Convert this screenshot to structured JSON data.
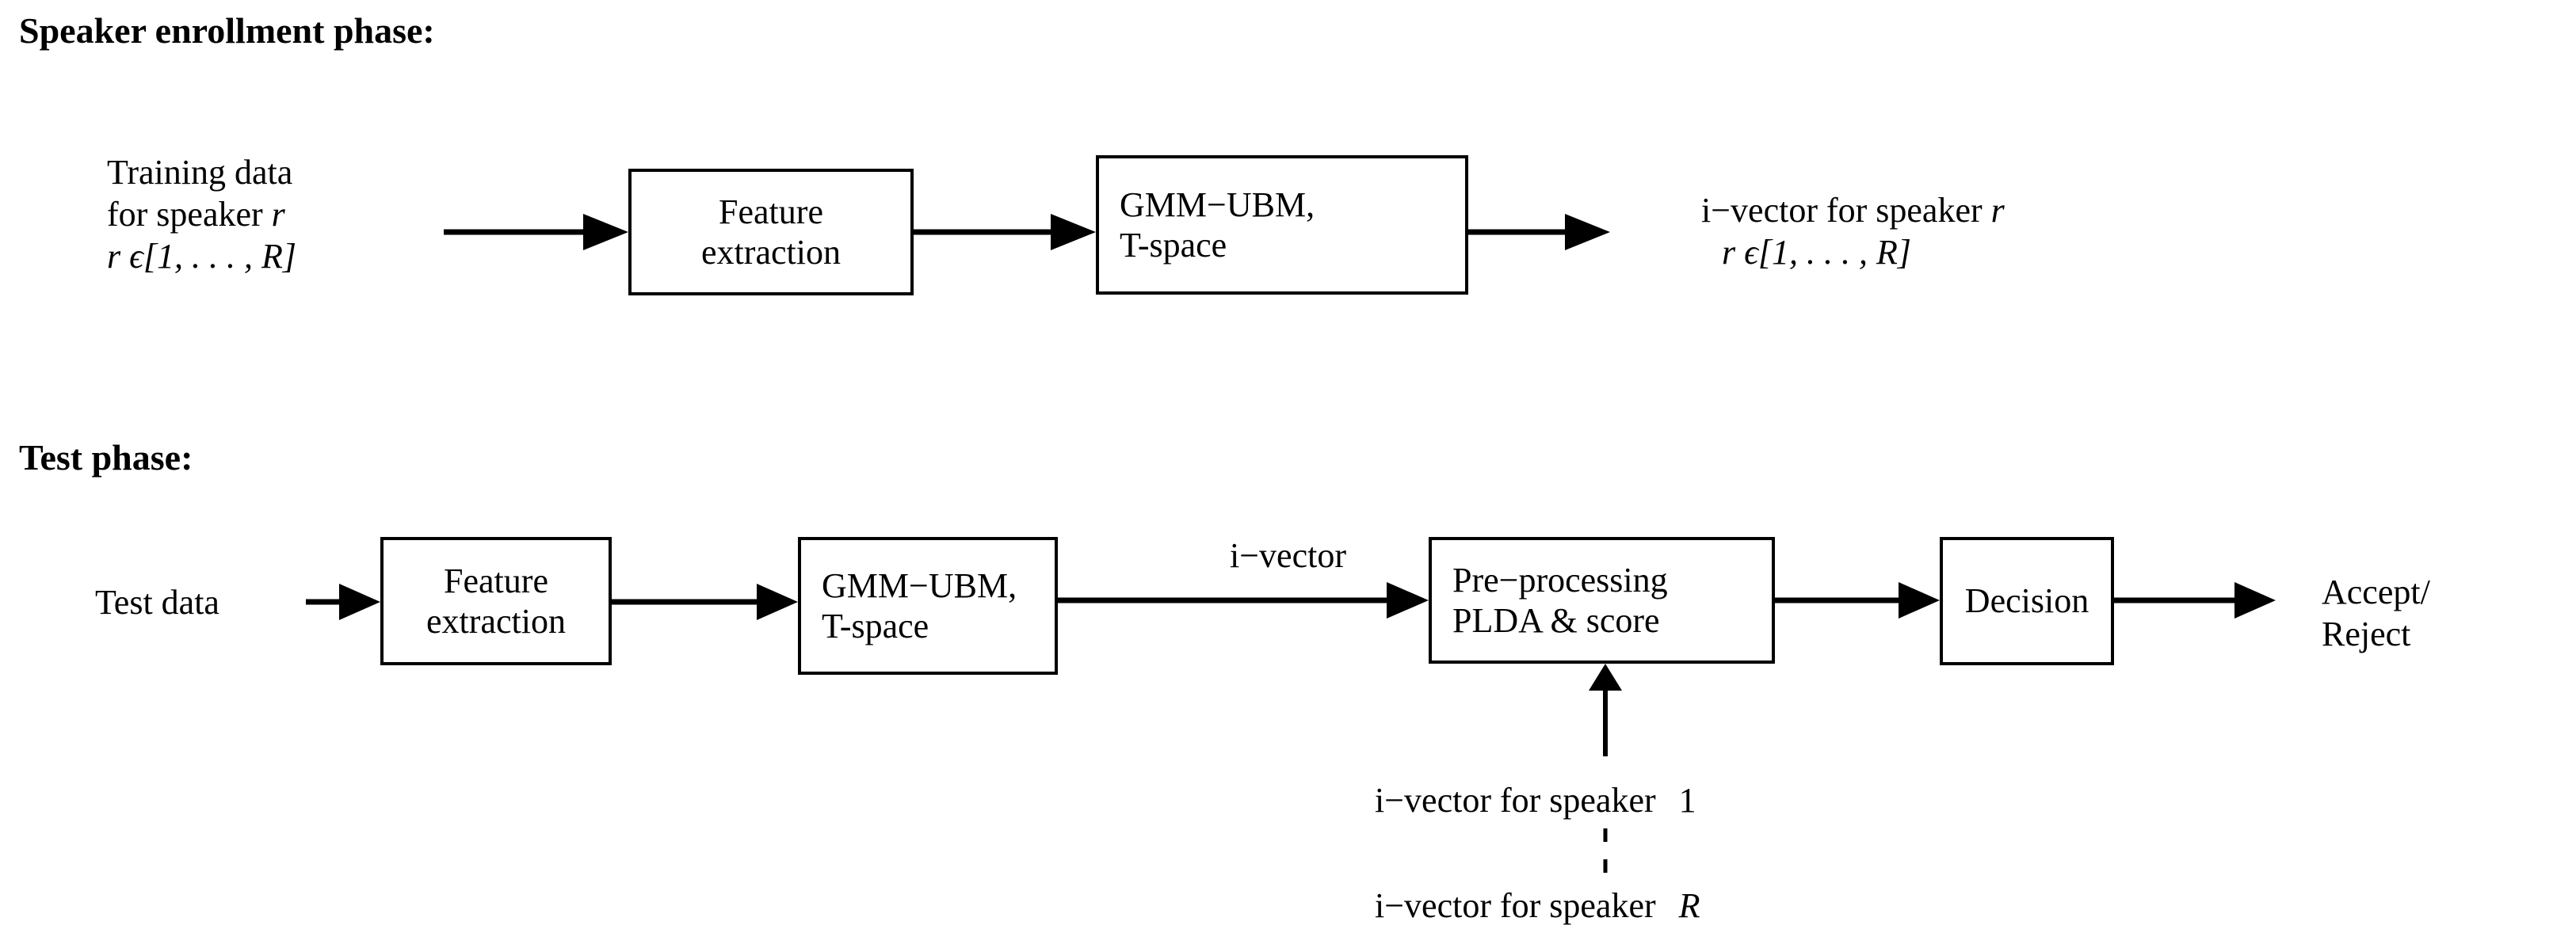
{
  "document": {
    "type": "block-diagram",
    "description": "Speaker verification system block diagram with enrollment and test phases"
  },
  "sections": {
    "enrollment": {
      "title": "Speaker enrollment phase:",
      "input_label": {
        "line1": "Training data",
        "line2_text": "for speaker ",
        "line2_math": "r",
        "line3_var": "r",
        "line3_rest": " ϵ[1, . . . , R]"
      },
      "boxes": [
        {
          "id": "feature-extraction",
          "line1": "Feature",
          "line2": "extraction"
        },
        {
          "id": "gmm-ubm-t-space",
          "line1": "GMM−UBM,",
          "line2": "T-space"
        }
      ],
      "output_label": {
        "line1_text": "i−vector for speaker ",
        "line1_math": "r",
        "line2_var": "r",
        "line2_rest": " ϵ[1, . . . , R]"
      }
    },
    "test": {
      "title": "Test phase:",
      "input_label": "Test data",
      "boxes": [
        {
          "id": "feature-extraction",
          "line1": "Feature",
          "line2": "extraction"
        },
        {
          "id": "gmm-ubm-t-space",
          "line1": "GMM−UBM,",
          "line2": "T-space"
        },
        {
          "id": "pre-processing-plda-score",
          "line1": "Pre−processing",
          "line2": "PLDA & score"
        },
        {
          "id": "decision",
          "line1": "Decision",
          "line2": ""
        }
      ],
      "edge_label": "i−vector",
      "output_label": {
        "line1": "Accept/",
        "line2": "Reject"
      },
      "enrolled_models": [
        {
          "text": "i−vector for speaker ",
          "index": "1",
          "italic": false
        },
        {
          "text": "i−vector for speaker ",
          "index": "R",
          "italic": true
        }
      ]
    }
  },
  "style": {
    "stroke_color": "#000000",
    "background_color": "#ffffff",
    "box_border_width": "4px"
  }
}
